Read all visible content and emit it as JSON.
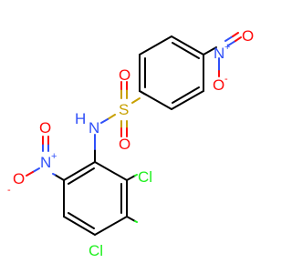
{
  "structure": {
    "atoms": {
      "nitro_top_O_left": "O",
      "nitro_top_O_left_charge": "-",
      "nitro_top_N": "N",
      "nitro_top_N_charge": "+",
      "nitro_top_O_right": "O",
      "sulfonyl_O_top": "O",
      "sulfonyl_S": "S",
      "sulfonyl_O_bottom": "O",
      "amine_N": "N",
      "amine_H": "H",
      "nitro_left_O_top": "O",
      "nitro_left_N": "N",
      "nitro_left_N_charge": "+",
      "nitro_left_O_bottom": "O",
      "nitro_left_O_bottom_charge": "-",
      "chloro_upper": "Cl",
      "chloro_lower": "Cl"
    },
    "colors": {
      "bond": "#000000",
      "oxygen": "#ff0d0d",
      "nitrogen": "#3050f8",
      "sulfur": "#c8a000",
      "chlorine": "#1ff01f"
    }
  }
}
